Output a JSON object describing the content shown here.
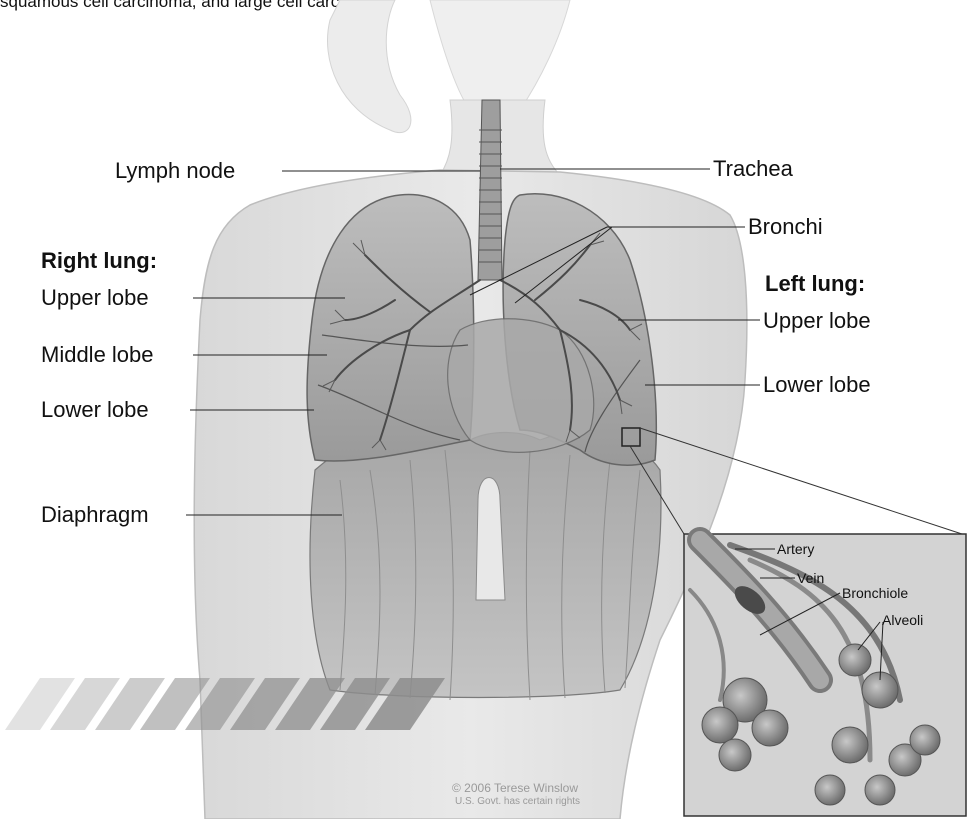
{
  "caption": "squamous cell carcinoma, and large cell carcinoma.",
  "labels": {
    "lymph_node": "Lymph node",
    "trachea": "Trachea",
    "bronchi": "Bronchi",
    "right_lung": "Right lung:",
    "right_upper": "Upper lobe",
    "right_middle": "Middle lobe",
    "right_lower": "Lower lobe",
    "left_lung": "Left lung:",
    "left_upper": "Upper lobe",
    "left_lower": "Lower lobe",
    "diaphragm": "Diaphragm"
  },
  "inset": {
    "artery": "Artery",
    "vein": "Vein",
    "bronchiole": "Bronchiole",
    "alveoli": "Alveoli"
  },
  "copyright": {
    "line1": "© 2006 Terese Winslow",
    "line2": "U.S. Govt. has certain rights"
  }
}
